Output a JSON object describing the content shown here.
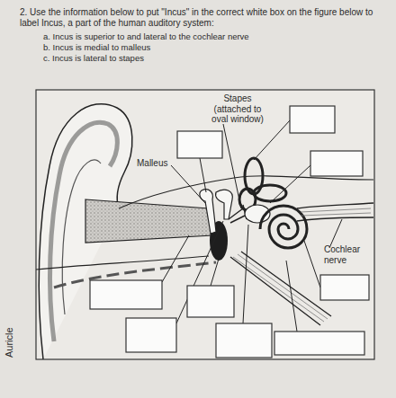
{
  "diagram": {
    "title": "2. Use the information below to put \"Incus\" in the correct white box on the figure below to label Incus, a part of the human auditory system:",
    "labels": [
      "a. Incus is superior to and lateral to the cochlear nerve",
      "b. Incus is medial to malleus",
      "c. Incus is lateral to stapes",
      "Stapes (attached to oval window)",
      "Malleus",
      "Cochlear nerve",
      "Auricle"
    ]
  }
}
